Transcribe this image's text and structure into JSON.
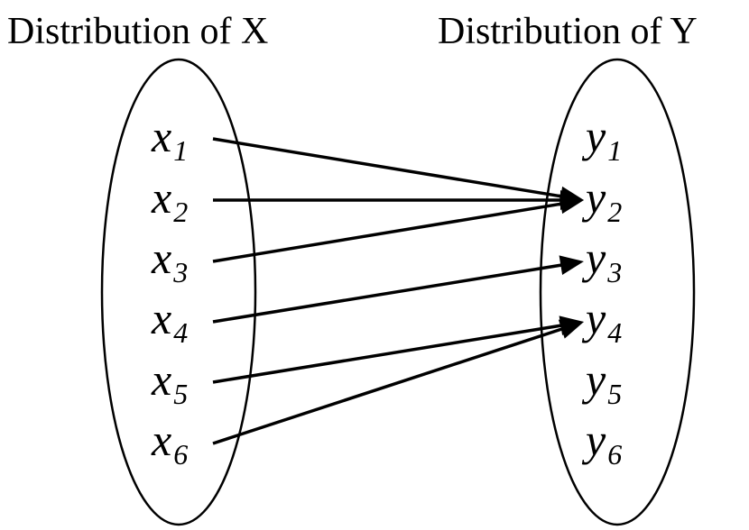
{
  "titles": {
    "left": "Distribution of X",
    "right": "Distribution of Y"
  },
  "x_nodes": [
    {
      "base": "x",
      "sub": "1"
    },
    {
      "base": "x",
      "sub": "2"
    },
    {
      "base": "x",
      "sub": "3"
    },
    {
      "base": "x",
      "sub": "4"
    },
    {
      "base": "x",
      "sub": "5"
    },
    {
      "base": "x",
      "sub": "6"
    }
  ],
  "y_nodes": [
    {
      "base": "y",
      "sub": "1"
    },
    {
      "base": "y",
      "sub": "2"
    },
    {
      "base": "y",
      "sub": "3"
    },
    {
      "base": "y",
      "sub": "4"
    },
    {
      "base": "y",
      "sub": "5"
    },
    {
      "base": "y",
      "sub": "6"
    }
  ],
  "mapping": [
    {
      "from": 1,
      "to": 2
    },
    {
      "from": 2,
      "to": 2
    },
    {
      "from": 3,
      "to": 2
    },
    {
      "from": 4,
      "to": 3
    },
    {
      "from": 5,
      "to": 4
    },
    {
      "from": 6,
      "to": 4
    }
  ],
  "colors": {
    "stroke": "#000000",
    "background": "#ffffff"
  }
}
